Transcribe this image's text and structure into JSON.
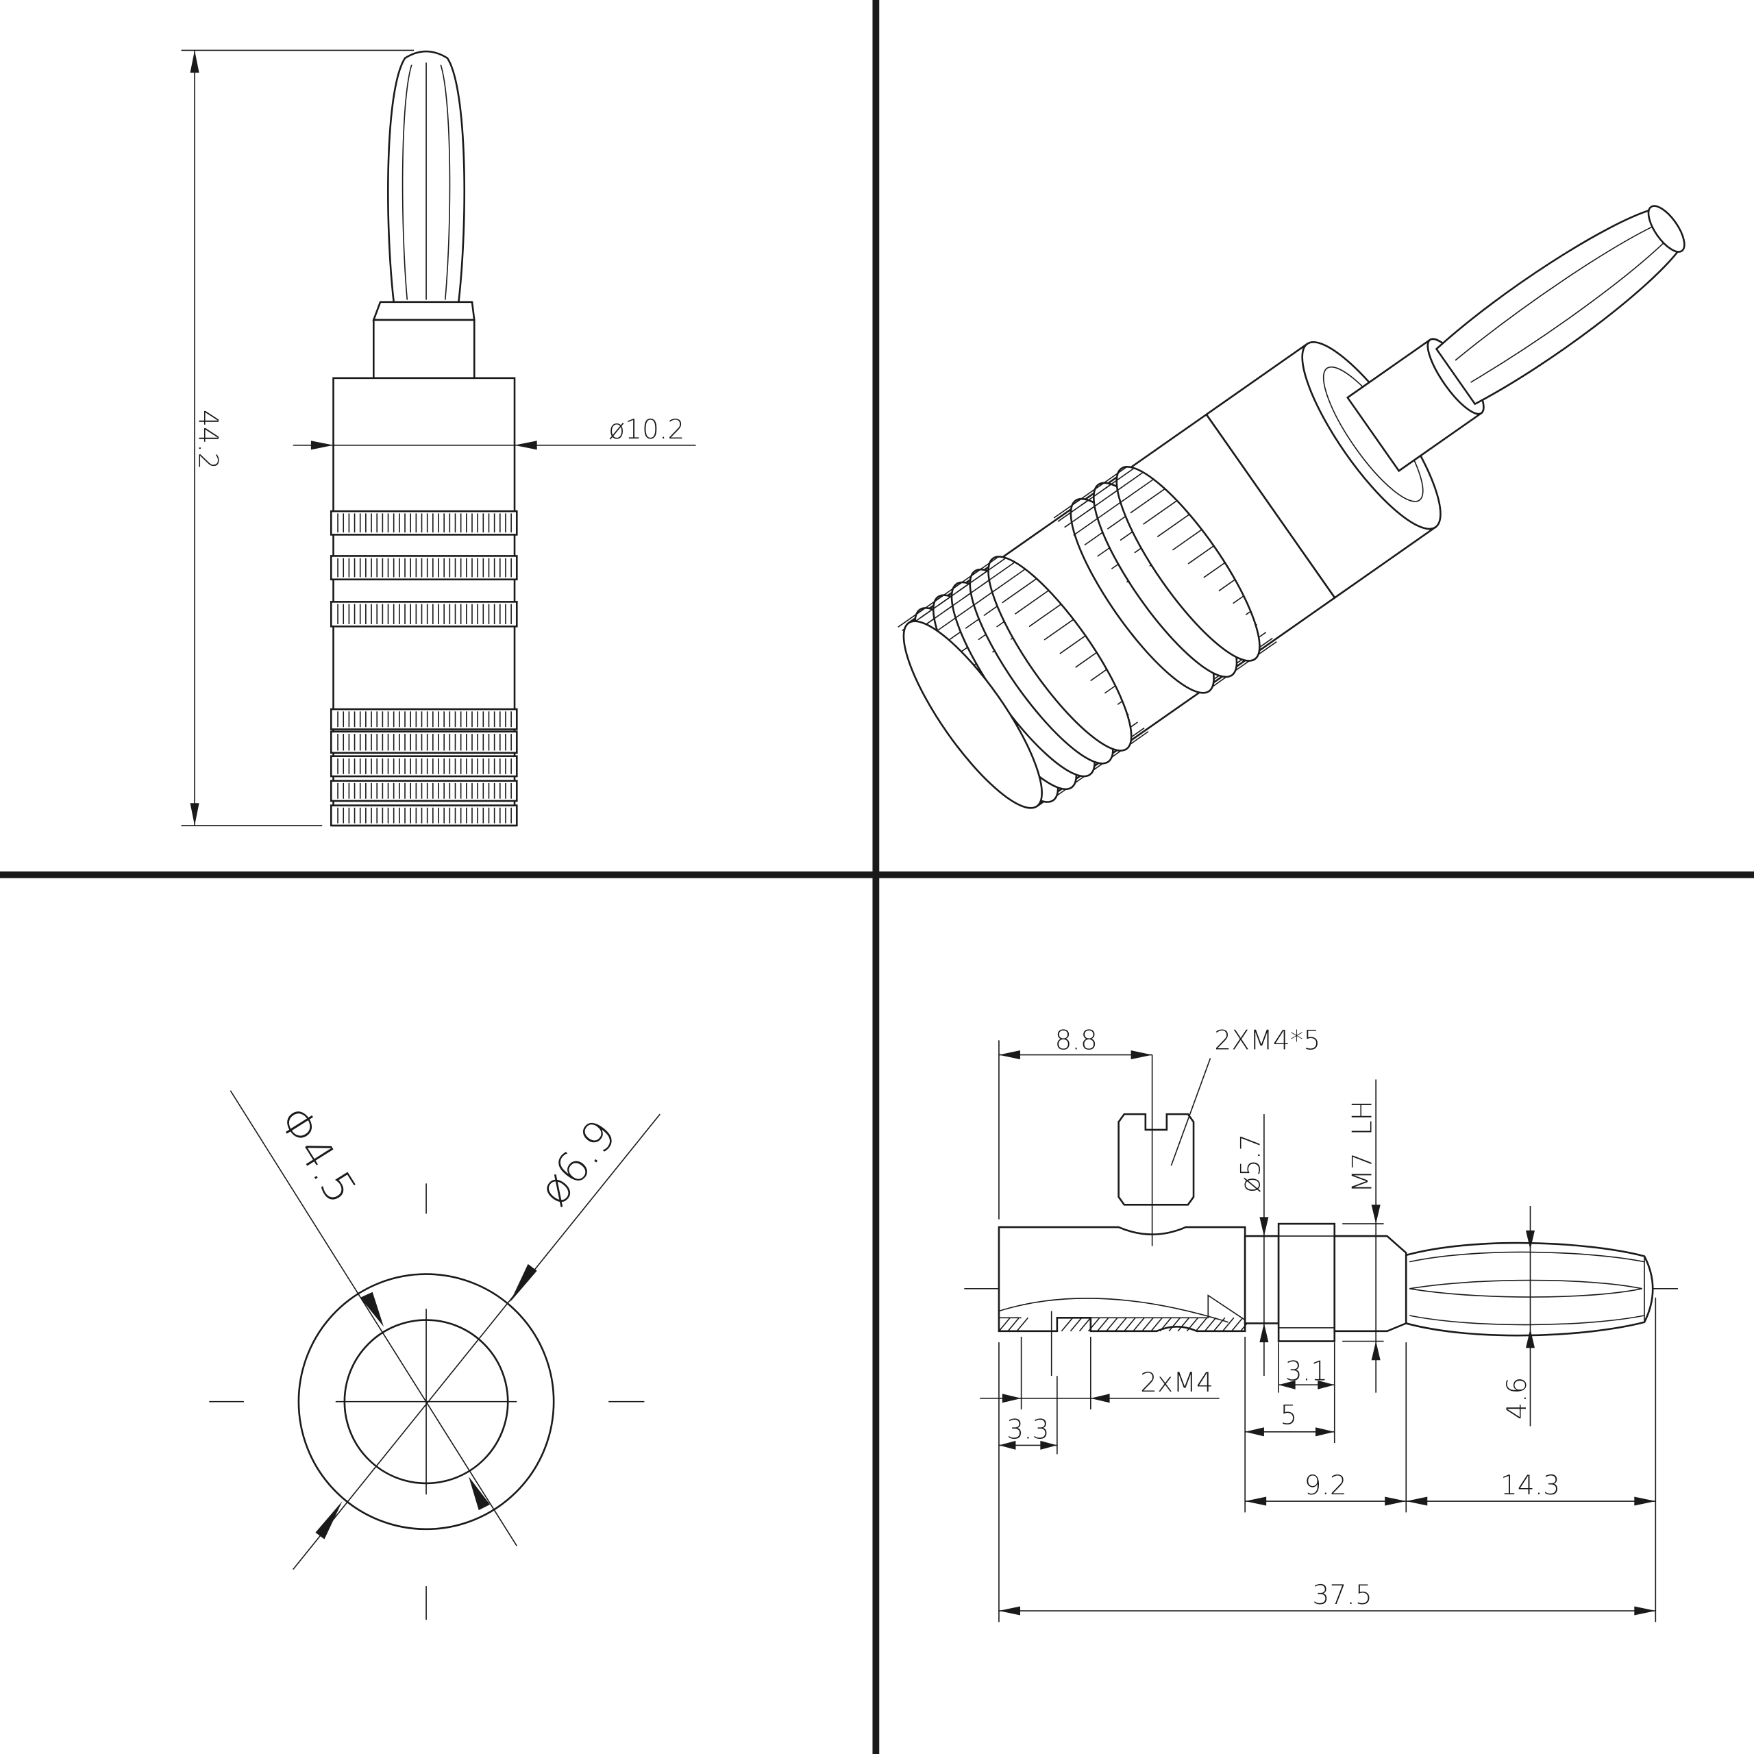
{
  "front_view": {
    "height_label": "44.2",
    "diameter_label": "ø10.2"
  },
  "end_view": {
    "inner_diameter_label": "Φ4.5",
    "outer_diameter_label": "ø6.9"
  },
  "section_view": {
    "dim_8_8": "8.8",
    "screw_label": "2XM4*5",
    "dim_5_7": "ø5.7",
    "thread_label": "M7  LH",
    "tapped_label": "2xM4",
    "dim_3_3": "3.3",
    "dim_3_1": "3.1",
    "dim_5": "5",
    "dim_4_6": "4.6",
    "dim_9_2": "9.2",
    "dim_14_3": "14.3",
    "dim_37_5": "37.5"
  }
}
